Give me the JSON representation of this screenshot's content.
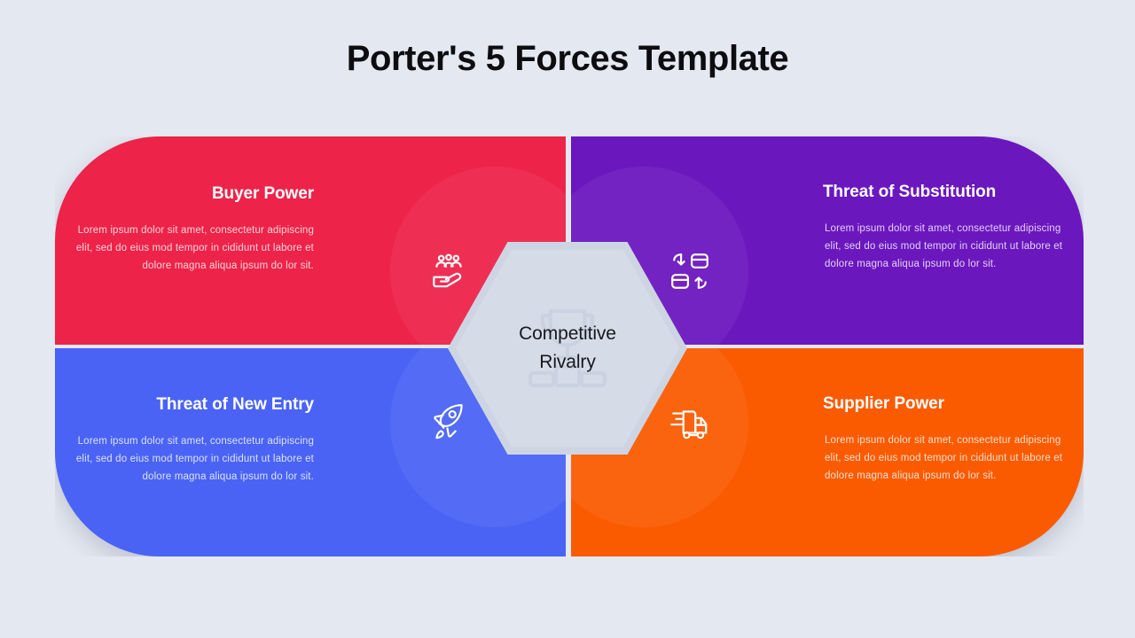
{
  "page": {
    "title": "Porter's 5 Forces Template",
    "background_color": "#e4e8f0"
  },
  "center": {
    "label_line1": "Competitive",
    "label_line2": "Rivalry",
    "icon": "trophy-podium-icon",
    "fill_color": "#d5dce8",
    "text_color": "#16181d"
  },
  "forces": [
    {
      "id": "buyer-power",
      "label": "Buyer Power",
      "body": "Lorem ipsum dolor sit amet, consectetur adipiscing elit, sed do eius mod tempor in cididunt ut labore et dolore magna aliqua ipsum do lor sit.",
      "icon": "hand-holding-people-icon",
      "color": "#ed2349",
      "position": "top-left"
    },
    {
      "id": "threat-of-substitution",
      "label": "Threat of Substitution",
      "body": "Lorem ipsum dolor sit amet, consectetur adipiscing elit, sed do eius mod tempor in cididunt ut labore et dolore magna aliqua ipsum do lor sit.",
      "icon": "swap-exchange-icon",
      "color": "#6b17be",
      "position": "top-right"
    },
    {
      "id": "threat-of-new-entry",
      "label": "Threat of New Entry",
      "body": "Lorem ipsum dolor sit amet, consectetur adipiscing elit, sed do eius mod tempor in cididunt ut labore et dolore magna aliqua ipsum do lor sit.",
      "icon": "rocket-icon",
      "color": "#4a63f5",
      "position": "bottom-left"
    },
    {
      "id": "supplier-power",
      "label": "Supplier Power",
      "body": "Lorem ipsum dolor sit amet, consectetur adipiscing elit, sed do eius mod tempor in cididunt ut labore et dolore magna aliqua ipsum do lor sit.",
      "icon": "delivery-truck-icon",
      "color": "#fb5b00",
      "position": "bottom-right"
    }
  ]
}
